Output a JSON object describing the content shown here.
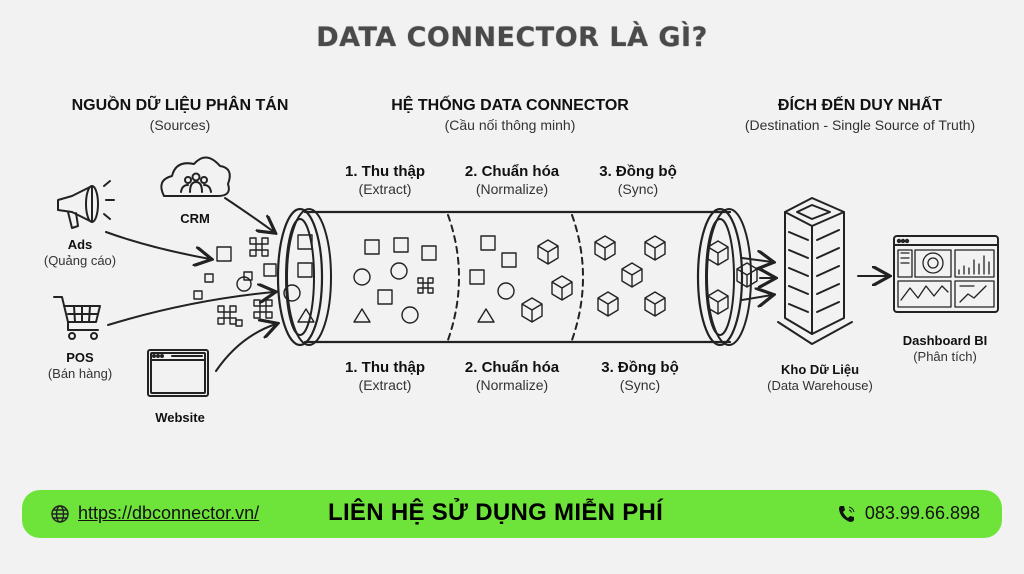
{
  "title": "DATA CONNECTOR LÀ GÌ?",
  "columns": {
    "sources": {
      "heading": "NGUỒN DỮ LIỆU PHÂN TÁN",
      "sub": "(Sources)"
    },
    "connector": {
      "heading": "HỆ THỐNG DATA CONNECTOR",
      "sub": "(Cầu nối thông minh)"
    },
    "destination": {
      "heading": "ĐÍCH ĐẾN DUY NHẤT",
      "sub": "(Destination - Single Source of Truth)"
    }
  },
  "sources": [
    {
      "name": "Ads",
      "sub": "(Quảng cáo)",
      "icon": "megaphone-icon"
    },
    {
      "name": "CRM",
      "sub": "",
      "icon": "cloud-users-icon"
    },
    {
      "name": "POS",
      "sub": "(Bán hàng)",
      "icon": "shopping-cart-icon"
    },
    {
      "name": "Website",
      "sub": "",
      "icon": "browser-window-icon"
    }
  ],
  "steps_top": [
    {
      "name": "1. Thu thập",
      "sub": "(Extract)"
    },
    {
      "name": "2. Chuẩn hóa",
      "sub": "(Normalize)"
    },
    {
      "name": "3. Đồng bộ",
      "sub": "(Sync)"
    }
  ],
  "steps_bottom": [
    {
      "name": "1. Thu thập",
      "sub": "(Extract)"
    },
    {
      "name": "2. Chuẩn hóa",
      "sub": "(Normalize)"
    },
    {
      "name": "3. Đồng bộ",
      "sub": "(Sync)"
    }
  ],
  "destinations": [
    {
      "name": "Kho Dữ Liệu",
      "sub": "(Data Warehouse)",
      "icon": "server-tower-icon"
    },
    {
      "name": "Dashboard BI",
      "sub": "(Phân tích)",
      "icon": "dashboard-icon"
    }
  ],
  "footer": {
    "url": "https://dbconnector.vn/",
    "cta": "LIÊN HỆ SỬ DỤNG MIỄN PHÍ",
    "phone": "083.99.66.898",
    "accent": "#6ee33a"
  }
}
